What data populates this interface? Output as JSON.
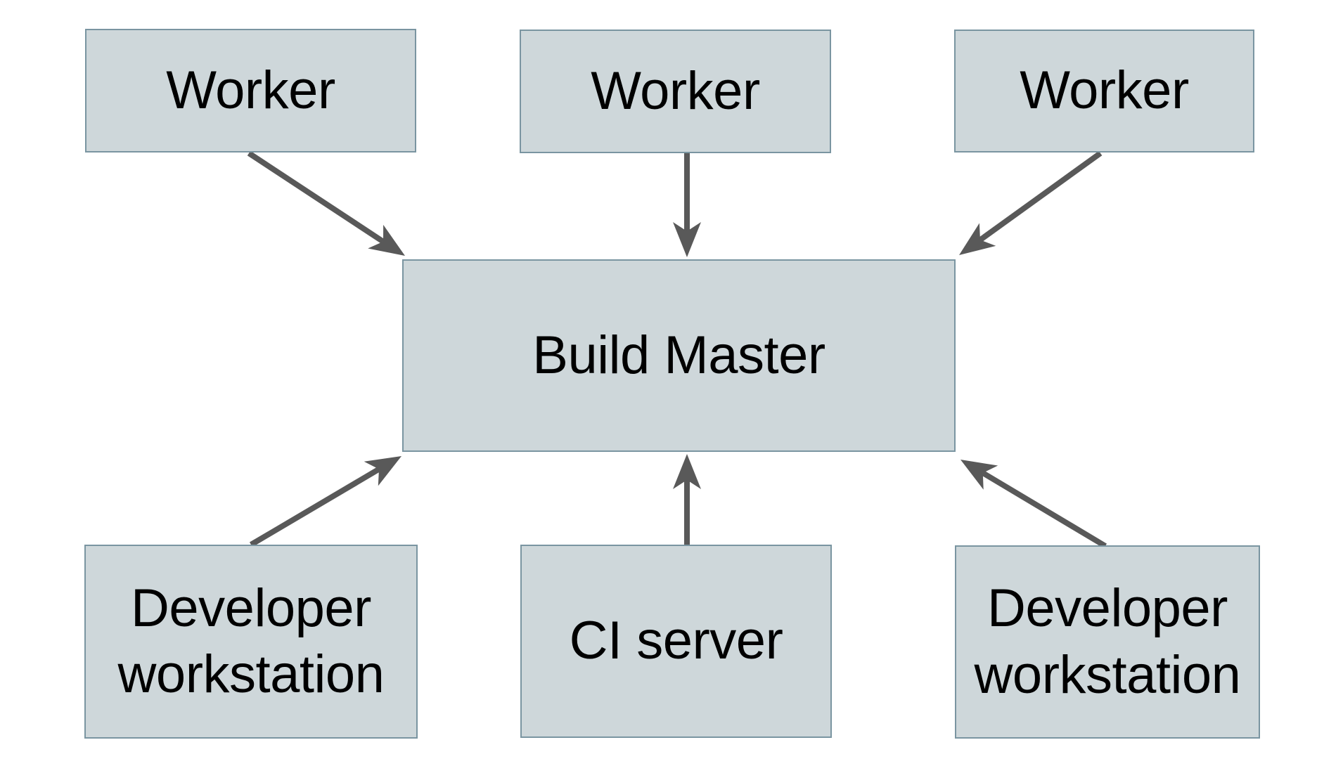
{
  "diagram": {
    "nodes": [
      {
        "id": "worker-1",
        "label": "Worker"
      },
      {
        "id": "worker-2",
        "label": "Worker"
      },
      {
        "id": "worker-3",
        "label": "Worker"
      },
      {
        "id": "build-master",
        "label": "Build Master"
      },
      {
        "id": "dev-left",
        "label": "Developer workstation"
      },
      {
        "id": "ci-server",
        "label": "CI server"
      },
      {
        "id": "dev-right",
        "label": "Developer workstation"
      }
    ],
    "edges": [
      {
        "from": "worker-1",
        "to": "build-master"
      },
      {
        "from": "worker-2",
        "to": "build-master"
      },
      {
        "from": "worker-3",
        "to": "build-master"
      },
      {
        "from": "dev-left",
        "to": "build-master"
      },
      {
        "from": "ci-server",
        "to": "build-master"
      },
      {
        "from": "dev-right",
        "to": "build-master"
      }
    ],
    "colors": {
      "background": "#ffffff",
      "node_fill": "#ced7da",
      "node_border": "#7a95a1",
      "arrow": "#595959",
      "text": "#000000"
    }
  }
}
